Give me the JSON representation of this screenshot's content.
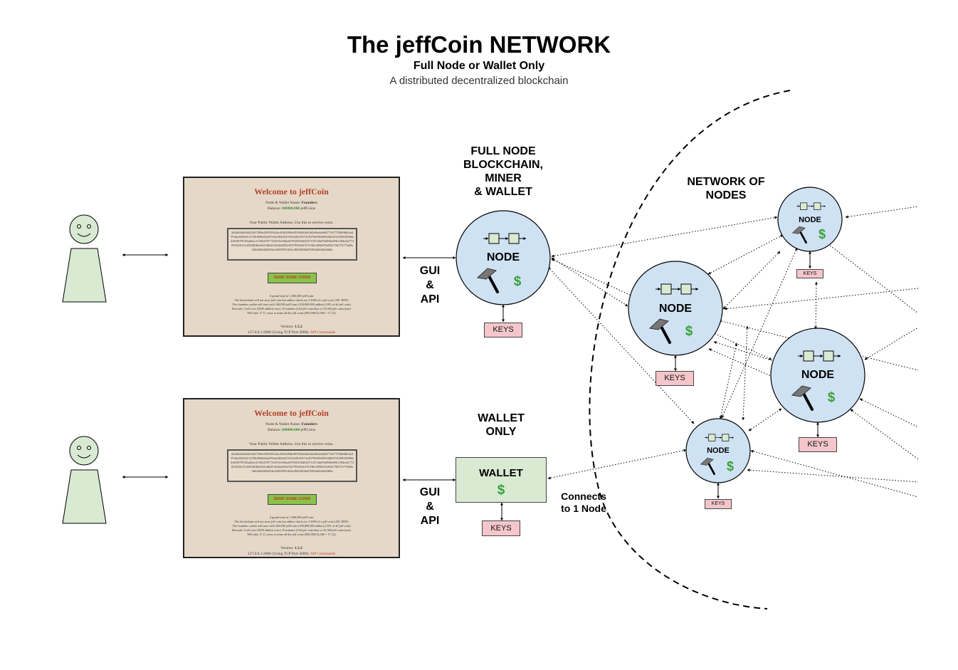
{
  "title": "The jeffCoin NETWORK",
  "subtitle": "Full Node or Wallet Only",
  "tagline": "A distributed decentralized blockchain",
  "full_node_label": [
    "FULL NODE",
    "BLOCKCHAIN,",
    "MINER",
    "& WALLET"
  ],
  "wallet_only_label": [
    "WALLET",
    "ONLY"
  ],
  "network_label": [
    "NETWORK OF",
    "NODES"
  ],
  "gui_api": [
    "GUI",
    "&",
    "API"
  ],
  "connects_label": [
    "Connects",
    "to 1 Node"
  ],
  "node_label": "NODE",
  "wallet_label": "WALLET",
  "dollar_sign": "$",
  "keys_label": "KEYS",
  "panel": {
    "title": "Welcome to jeffCoin",
    "name_prefix": "Node & Wallet Name:",
    "name_value": "Founders",
    "balance_prefix": "Balance",
    "balance_value": "100000.000",
    "balance_unit": "jeffCoins",
    "address_caption": "Your Public Wallet Address. Use this to receive coins.",
    "address": "2d2d2d2d2d424547494e205055424c4943204b45592d2d2d2d2d0a4d44677457759484b02a497a6a30434131536494b02a497a6a30444151634454167414578435669522b64742506549f6b2f4f5078720a2b6c313034767731015e584a267945556402371557a6d7649f0e6961394e42774853326151438340f6e652346d514d3248323537953616373336c585067d4941756572773d0a3d2d2d2d2d454e44205055424c4943204b45592d2d2d2d2d0a",
    "send_button": "SEND SOME COINS",
    "info_lines": [
      "A grand total of 1,000,000 jeffCoins",
      "The blockchain will not store jeff coin but addies which are 1/1000 of a jeff coin (.001 JEFF)",
      "The founders wallet will start with 100,000 jeffCoins (100,000,000 addies) (10% of all jeff coin)",
      "Rewards 1 jeff coin (1000 addies) every 10 minutes (144 jeff coins/day or 52,560 jeff coins/year)",
      "Will take 17.11 years to mine all the jeff coins (900,000/52,560 = 17.12)"
    ],
    "version_prefix": "Version:",
    "version_value": "1.3.2",
    "footer_prefix": "127.0.0.1:2000 (Using TCP Port 3000):",
    "footer_link": "API Commands"
  }
}
